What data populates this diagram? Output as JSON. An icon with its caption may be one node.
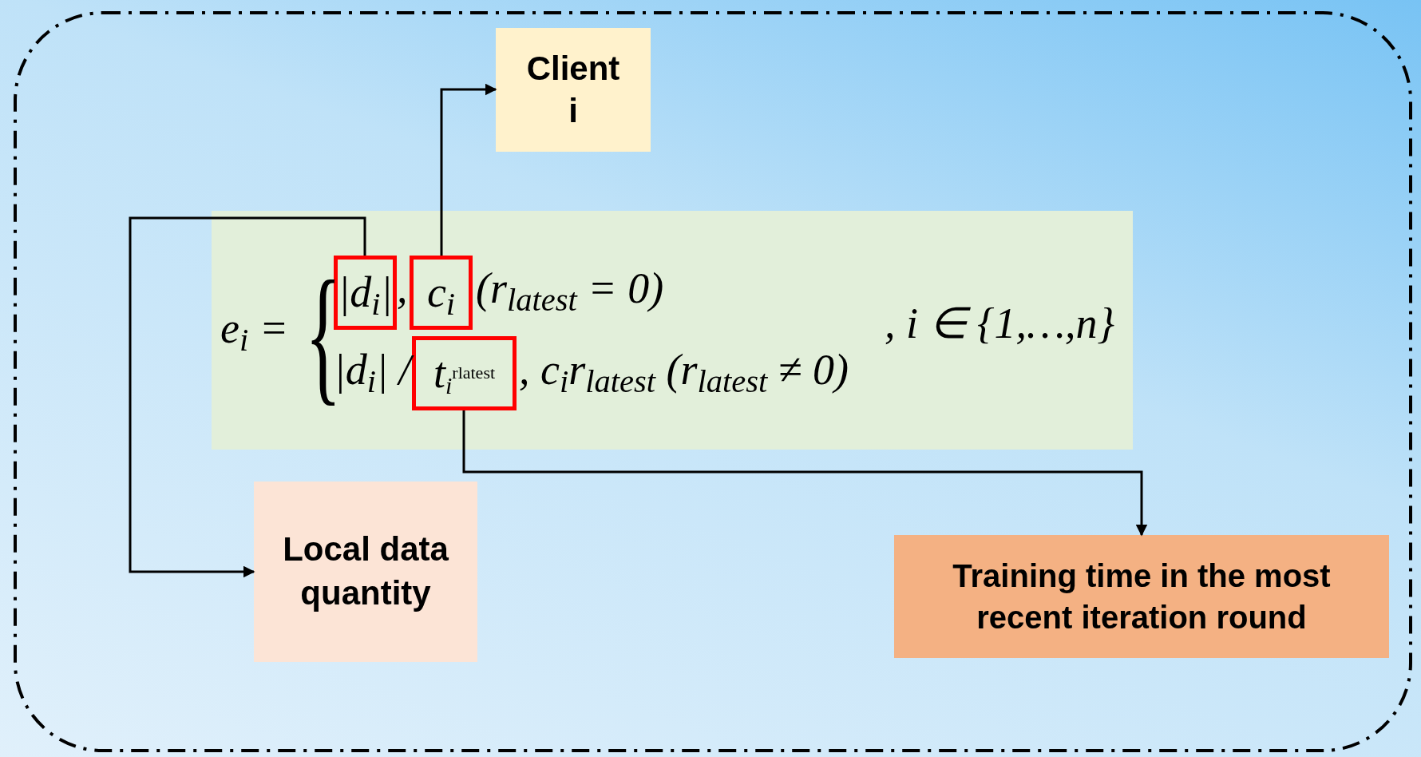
{
  "diagram": {
    "nodes": [
      {
        "text": [],
        "shape": "box"
      },
      {
        "text": [
          "Client i"
        ],
        "in": 0
      },
      {
        "text": [],
        "shape": "box",
        "in": 0
      },
      {
        "text": [
          "|d$_{i}$|"
        ],
        "in": 2
      },
      {
        "text": [
          "c$_{i}$"
        ],
        "in": 2
      },
      {
        "text": [
          "t$_{i}$$^{r}$$^{latest}$"
        ],
        "in": 2
      },
      {
        "text": [
          "Local data quantity"
        ],
        "in": 0
      },
      {
        "text": [
          "Training time in the most recent iteration round"
        ],
        "in": 0
      }
    ],
    "edges": [
      {
        "from": 3,
        "to": 6,
        "arrow": "to"
      },
      {
        "from": 4,
        "to": 1,
        "arrow": "to"
      },
      {
        "from": 5,
        "to": 7,
        "arrow": "to"
      }
    ],
    "labels": [
      "e$_{i}$ =",
      "{",
      ",",
      "(r$_{latest}$ = 0)",
      "|d$_{i}$| /",
      ", c$_{i}$r$_{latest}$ (r$_{latest}$ ≠ 0)",
      ", i ∈ {1,…,n}"
    ]
  }
}
